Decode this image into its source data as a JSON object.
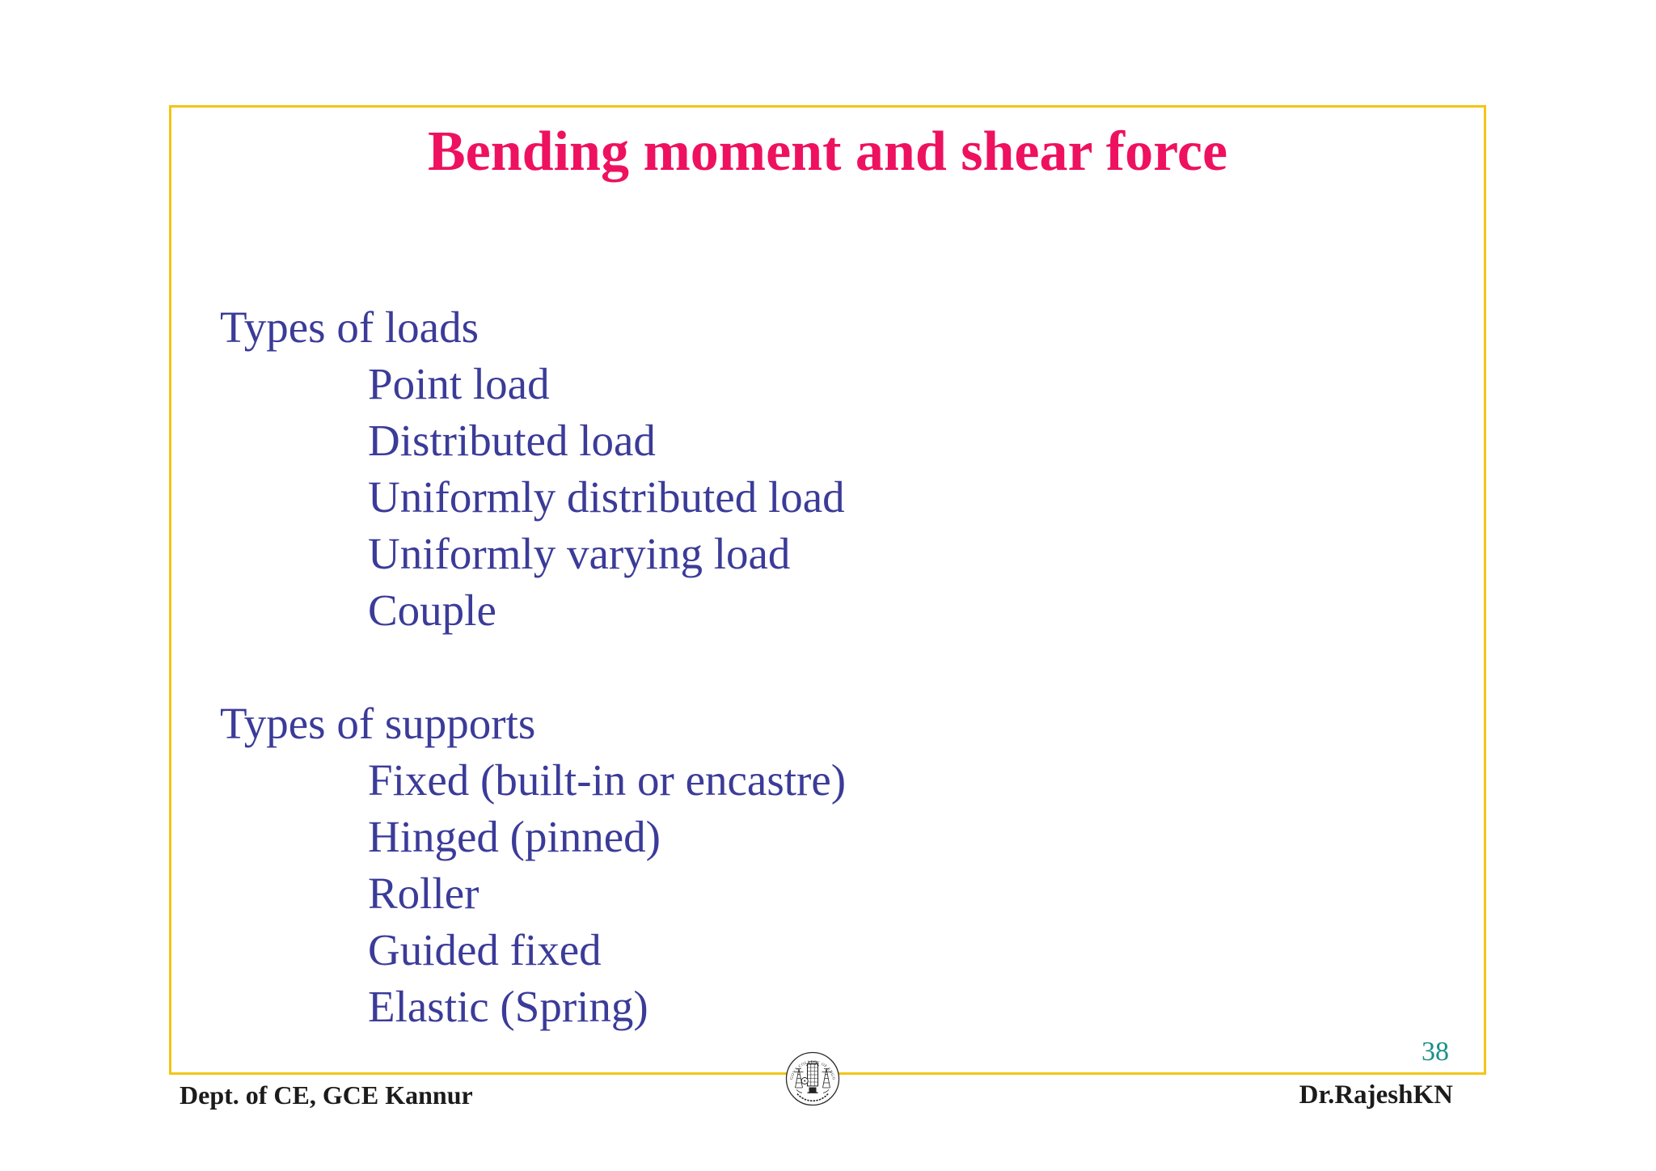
{
  "slide": {
    "title": "Bending moment and shear force",
    "sections": [
      {
        "heading": "Types of loads",
        "items": [
          "Point load",
          "Distributed load",
          "Uniformly distributed load",
          "Uniformly varying load",
          "Couple"
        ]
      },
      {
        "heading": "Types of supports",
        "items": [
          "Fixed (built-in or encastre)",
          "Hinged (pinned)",
          "Roller",
          "Guided fixed",
          "Elastic (Spring)"
        ]
      }
    ],
    "page_number": "38"
  },
  "footer": {
    "left_text": "Dept. of CE, GCE Kannur",
    "right_text": "Dr.RajeshKN",
    "logo_arc_text": "GOVT COLLEGE OF ENGG"
  },
  "colors": {
    "title": "#EE115F",
    "body_text": "#3B3B99",
    "page_number": "#189089",
    "slide_border": "#F3C515",
    "footer_text": "#1B1B1B"
  }
}
